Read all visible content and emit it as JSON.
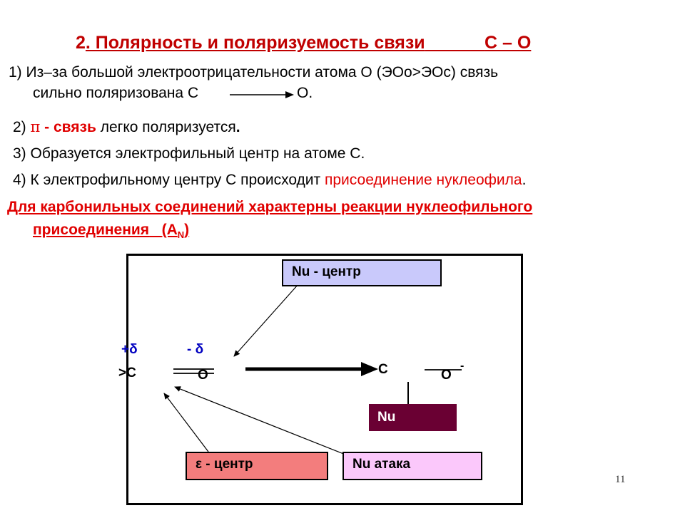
{
  "title": {
    "num": "2",
    "text": ". Полярность и поляризуемость связи",
    "bond": "С – О"
  },
  "items": {
    "p1_line1": "1) Из–за большой электроотрицательности  атома О (ЭОо>ЭОс) связь",
    "p1_line2_a": "сильно поляризована С",
    "p1_line2_b": "О.",
    "p2_num": "2) ",
    "p2_pi": "π",
    "p2_bold": " - связь",
    "p2_rest": " легко поляризуется",
    "p2_dot": ".",
    "p3": "3) Образуется электрофильный центр на атоме С.",
    "p4_a": "4) К  электрофильному  центру С происходит ",
    "p4_red": "присоединение нуклеофила",
    "p4_dot": "."
  },
  "summary": {
    "line1": "Для карбонильных соединений характерны реакции нуклеофильного",
    "line2": "присоединения",
    "notation_open": "(А",
    "notation_sub": "N",
    "notation_close": ")"
  },
  "diagram": {
    "nu_center": "Nu - центр",
    "delta_plus": "+δ",
    "delta_minus": "- δ",
    "reactant_c": ">C",
    "reactant_o": "O",
    "product_c": "C",
    "product_o": "O",
    "product_charge": "-",
    "nu": "Nu",
    "eps_center": "ε - центр",
    "nu_attack": "Nu атака"
  },
  "page_number": "11"
}
